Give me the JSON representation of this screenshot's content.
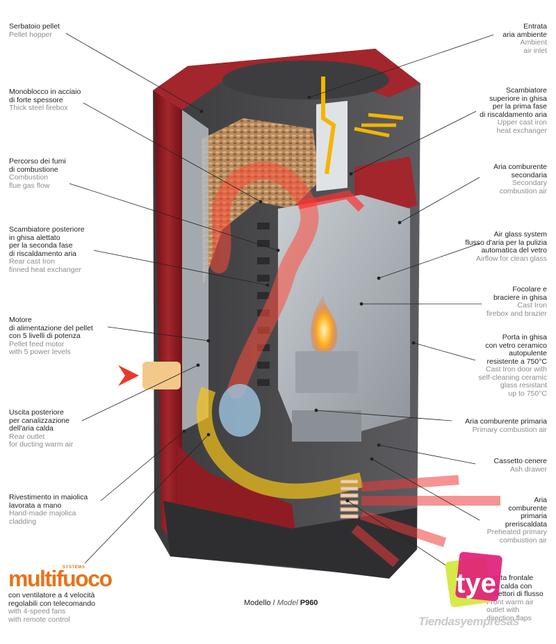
{
  "labels_left": [
    {
      "id": "serbatoio",
      "it": [
        "Serbatoio pellet"
      ],
      "en": [
        "Pellet hopper"
      ]
    },
    {
      "id": "monoblocco",
      "it": [
        "Monoblocco in acciaio",
        "di forte spessore"
      ],
      "en": [
        "Thick steel firebox"
      ]
    },
    {
      "id": "percorso",
      "it": [
        "Percorso dei fumi",
        "di combustione"
      ],
      "en": [
        "Combustion",
        "flue gas flow"
      ]
    },
    {
      "id": "scambiatore-post",
      "it": [
        "Scambiatore posteriore",
        "in ghisa alettato",
        "per la seconda fase",
        "di riscaldamento aria"
      ],
      "en": [
        "Rear cast Iron",
        "finned heat exchanger"
      ]
    },
    {
      "id": "motore",
      "it": [
        "Motore",
        "di alimentazione del pellet",
        "con 5 livelli di potenza"
      ],
      "en": [
        "Pellet feed motor",
        "with 5 power levels"
      ]
    },
    {
      "id": "uscita-post",
      "it": [
        "Uscita posteriore",
        "per canalizzazione",
        "dell'aria calda"
      ],
      "en": [
        "Rear outlet",
        "for ducting warm air"
      ]
    },
    {
      "id": "rivestimento",
      "it": [
        "Rivestimento in maiolica",
        "lavorata a mano"
      ],
      "en": [
        "Hand-made majolica",
        "cladding"
      ]
    }
  ],
  "labels_right": [
    {
      "id": "entrata",
      "it": [
        "Entrata",
        "aria ambiente"
      ],
      "en": [
        "Ambient",
        "air inlet"
      ]
    },
    {
      "id": "scambiatore-sup",
      "it": [
        "Scambiatore",
        "superiore in ghisa",
        "per la prima fase",
        "di riscaldamento aria"
      ],
      "en": [
        "Upper cast iron",
        "heat exchanger"
      ]
    },
    {
      "id": "aria-sec",
      "it": [
        "Aria comburente",
        "secondaria"
      ],
      "en": [
        "Secondary",
        "combustion air"
      ]
    },
    {
      "id": "air-glass",
      "it": [
        "Air glass system",
        "flusso d'aria per la pulizia",
        "automatica del vetro"
      ],
      "en": [
        "Airflow for clean glass"
      ]
    },
    {
      "id": "focolare",
      "it": [
        "Focolare e",
        "braciere in ghisa"
      ],
      "en": [
        "Cast Iron",
        "firebox and brazier"
      ]
    },
    {
      "id": "porta",
      "it": [
        "Porta in ghisa",
        "con vetro ceramico",
        "autopulente",
        "resistente a 750°C"
      ],
      "en": [
        "Cast Iron door with",
        "self-cleaning ceramic",
        "glass resistant",
        "up to 750°C"
      ]
    },
    {
      "id": "aria-prim",
      "it": [
        "Aria comburente primaria"
      ],
      "en": [
        "Primary combustion air"
      ]
    },
    {
      "id": "cassetto",
      "it": [
        "Cassetto cenere"
      ],
      "en": [
        "Ash drawer"
      ]
    },
    {
      "id": "aria-prerisc",
      "it": [
        "Aria",
        "comburente",
        "primaria",
        "preriscaldata"
      ],
      "en": [
        "Preheated primary",
        "combustion air"
      ]
    },
    {
      "id": "uscita-front",
      "it": [
        "Uscita frontale",
        "aria calda con",
        "deflettori di flusso"
      ],
      "en": [
        "Front warm air",
        "outlet with",
        "direction flaps"
      ]
    }
  ],
  "brand": {
    "system": "SYSTEM®",
    "name": "multifuoco",
    "it": [
      "con ventilatore a 4 velocità",
      "regolabili con telecomando"
    ],
    "en": [
      "with 4-speed fans",
      "with remote control"
    ]
  },
  "model": {
    "prefix": "Modello / ",
    "italic": "Model ",
    "code": "P960"
  },
  "watermark": {
    "text": "Tiendasyempresas",
    "logo": "tye"
  },
  "colors": {
    "cladding": "#9b2128",
    "steel": "#4a4a4a",
    "flame": "#ff5a2a",
    "air": "#f5b400",
    "hot_air": "#ef3a3a",
    "brand_orange": "#e8731b"
  }
}
